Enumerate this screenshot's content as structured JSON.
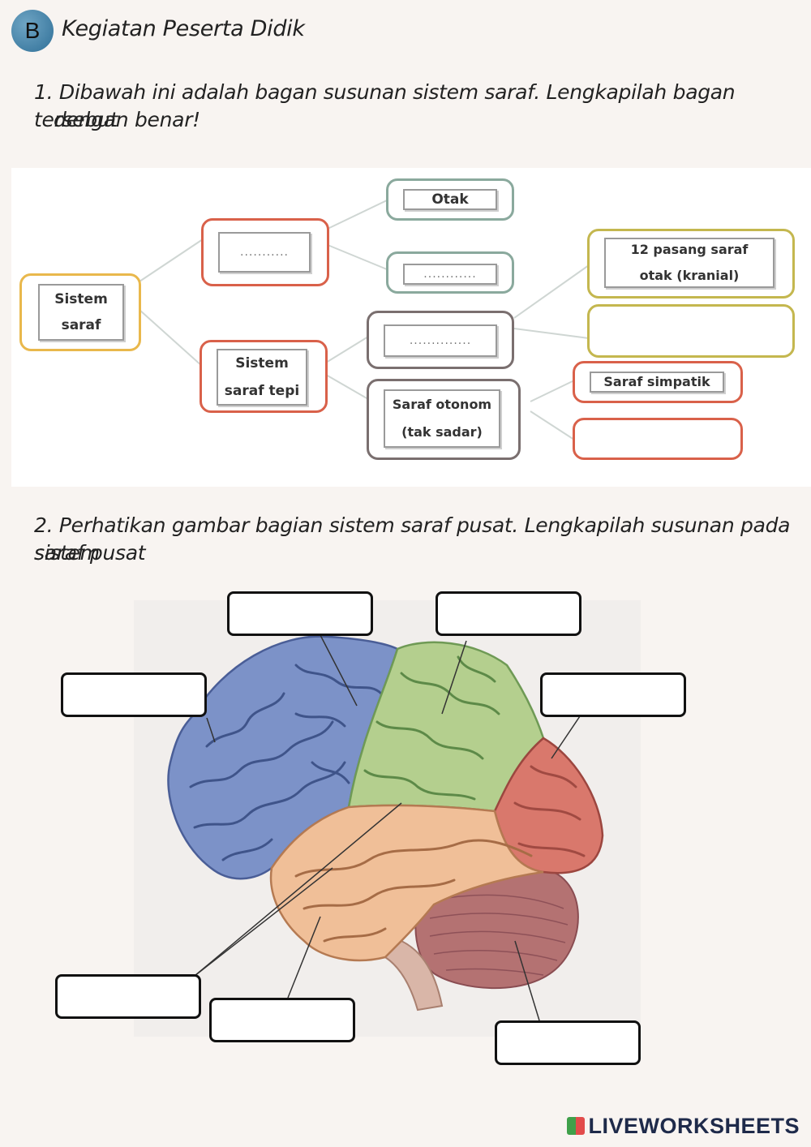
{
  "header": {
    "badge": "B",
    "title": "Kegiatan Peserta Didik"
  },
  "question1": {
    "line1": "1. Dibawah ini adalah bagan susunan sistem saraf. Lengkapilah bagan tersebut",
    "line2": "dengan benar!"
  },
  "chart1": {
    "root": [
      "Sistem",
      "saraf"
    ],
    "blank_top": "...........",
    "otak": "Otak",
    "blank_mid": "............",
    "sistem_saraf_tepi": [
      "Sistem",
      "saraf tepi"
    ],
    "blank_sadar": "..............",
    "saraf_otonom": [
      "Saraf otonom",
      "(tak sadar)"
    ],
    "kranial": [
      "12 pasang saraf",
      "otak (kranial)"
    ],
    "simpatik": "Saraf simpatik"
  },
  "question2": {
    "line1": "2.  Perhatikan gambar bagian sistem saraf pusat. Lengkapilah susunan pada sistem",
    "line2": "saraf pusat"
  },
  "brand": "LIVEWORKSHEETS"
}
